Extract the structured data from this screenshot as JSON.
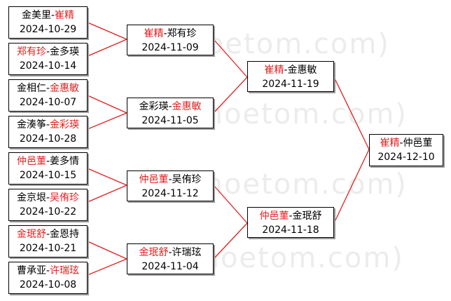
{
  "watermark": "(hoetom.com)",
  "matches": {
    "r1_1": {
      "p1": "金美里",
      "p2": "崔精",
      "winner": 2,
      "date": "2024-10-29"
    },
    "r1_2": {
      "p1": "郑有珍",
      "p2": "金多瑛",
      "winner": 1,
      "date": "2024-10-14"
    },
    "r1_3": {
      "p1": "金相仁",
      "p2": "金惠敏",
      "winner": 2,
      "date": "2024-10-07"
    },
    "r1_4": {
      "p1": "金湊筝",
      "p2": "金彩瑛",
      "winner": 2,
      "date": "2024-10-28"
    },
    "r1_5": {
      "p1": "仲邑菫",
      "p2": "姜多情",
      "winner": 1,
      "date": "2024-10-15"
    },
    "r1_6": {
      "p1": "金京垠",
      "p2": "吴侑珍",
      "winner": 2,
      "date": "2024-10-22"
    },
    "r1_7": {
      "p1": "金珉舒",
      "p2": "金恩持",
      "winner": 1,
      "date": "2024-10-21"
    },
    "r1_8": {
      "p1": "曹承亚",
      "p2": "许瑞玹",
      "winner": 2,
      "date": "2024-10-08"
    },
    "r2_1": {
      "p1": "崔精",
      "p2": "郑有珍",
      "winner": 1,
      "date": "2024-11-09"
    },
    "r2_2": {
      "p1": "金彩瑛",
      "p2": "金惠敏",
      "winner": 2,
      "date": "2024-11-05"
    },
    "r2_3": {
      "p1": "仲邑菫",
      "p2": "吴侑珍",
      "winner": 1,
      "date": "2024-11-12"
    },
    "r2_4": {
      "p1": "金珉舒",
      "p2": "许瑞玹",
      "winner": 1,
      "date": "2024-11-04"
    },
    "r3_1": {
      "p1": "崔精",
      "p2": "金惠敏",
      "winner": 1,
      "date": "2024-11-19"
    },
    "r3_2": {
      "p1": "仲邑菫",
      "p2": "金珉舒",
      "winner": 1,
      "date": "2024-11-18"
    },
    "final": {
      "p1": "崔精",
      "p2": "仲邑菫",
      "winner": 1,
      "date": "2024-12-10"
    }
  },
  "colors": {
    "winner": "#e02020",
    "loser": "#000000",
    "connector": "#e02020",
    "border": "#000000",
    "shadow": "#9a9a9a"
  }
}
